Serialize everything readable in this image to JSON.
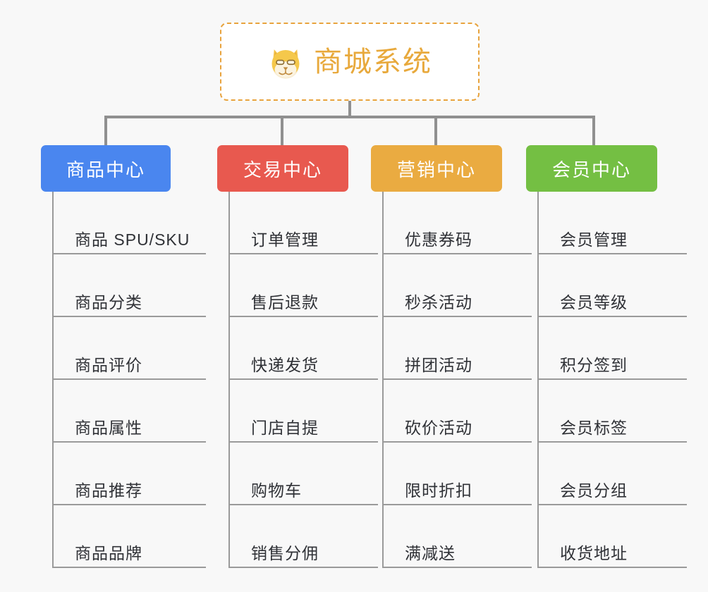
{
  "root": {
    "title": "商城系统",
    "icon": "shiba-dog-emoji",
    "border_color": "#e8a33d",
    "text_color": "#e8a93c"
  },
  "background_color": "#f8f8f8",
  "line_color": "#9a9a9a",
  "branches": [
    {
      "name": "商品中心",
      "color": "#4a86ef",
      "items": [
        "商品 SPU/SKU",
        "商品分类",
        "商品评价",
        "商品属性",
        "商品推荐",
        "商品品牌"
      ]
    },
    {
      "name": "交易中心",
      "color": "#e8594f",
      "items": [
        "订单管理",
        "售后退款",
        "快递发货",
        "门店自提",
        "购物车",
        "销售分佣"
      ]
    },
    {
      "name": "营销中心",
      "color": "#eaab41",
      "items": [
        "优惠券码",
        "秒杀活动",
        "拼团活动",
        "砍价活动",
        "限时折扣",
        "满减送"
      ]
    },
    {
      "name": "会员中心",
      "color": "#74bf43",
      "items": [
        "会员管理",
        "会员等级",
        "积分签到",
        "会员标签",
        "会员分组",
        "收货地址"
      ]
    }
  ]
}
